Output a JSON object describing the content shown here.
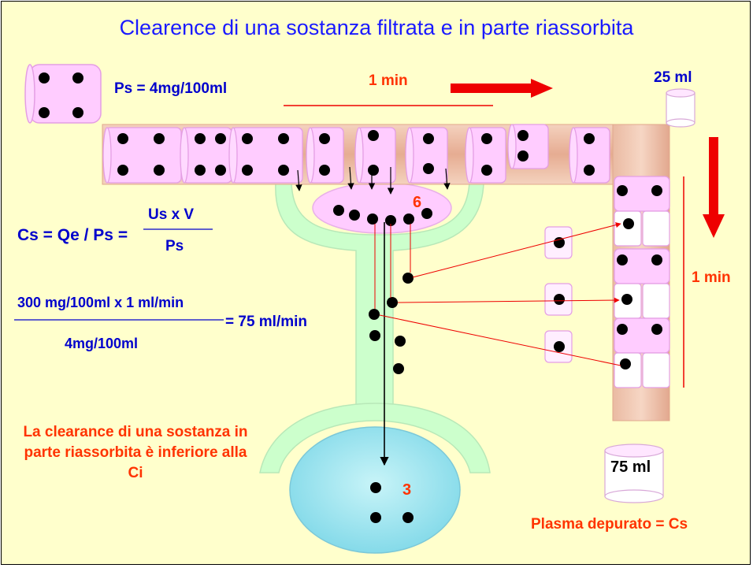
{
  "title": "Clearence di una sostanza filtrata e in parte riassorbita",
  "plasma_concentration": "Ps = 4mg/100ml",
  "time_top": "1 min",
  "volume_top": "25 ml",
  "time_vertical": "1 min",
  "formula": {
    "prefix": "Cs =  Qe / Ps =",
    "numerator": "Us x V",
    "denominator": "Ps"
  },
  "calculation": {
    "numerator": "300 mg/100ml x 1 ml/min",
    "result": "= 75 ml/min",
    "denominator": "4mg/100ml"
  },
  "capsule_count": "6",
  "bowl_count": "3",
  "volume_bottom": "75 ml",
  "note": "La clearance di una sostanza in parte riassorbita è inferiore alla Ci",
  "plasma_result": "Plasma depurato = Cs",
  "colors": {
    "background": "#ffffcc",
    "title": "#1a1aff",
    "red_text": "#ff3300",
    "blue_text": "#0000cc",
    "capsule": "#ffccff",
    "tubule": "#ccffcc",
    "vessel": "#e8b89c",
    "bowl": "#99e5f0",
    "arrow": "#ff0000"
  }
}
